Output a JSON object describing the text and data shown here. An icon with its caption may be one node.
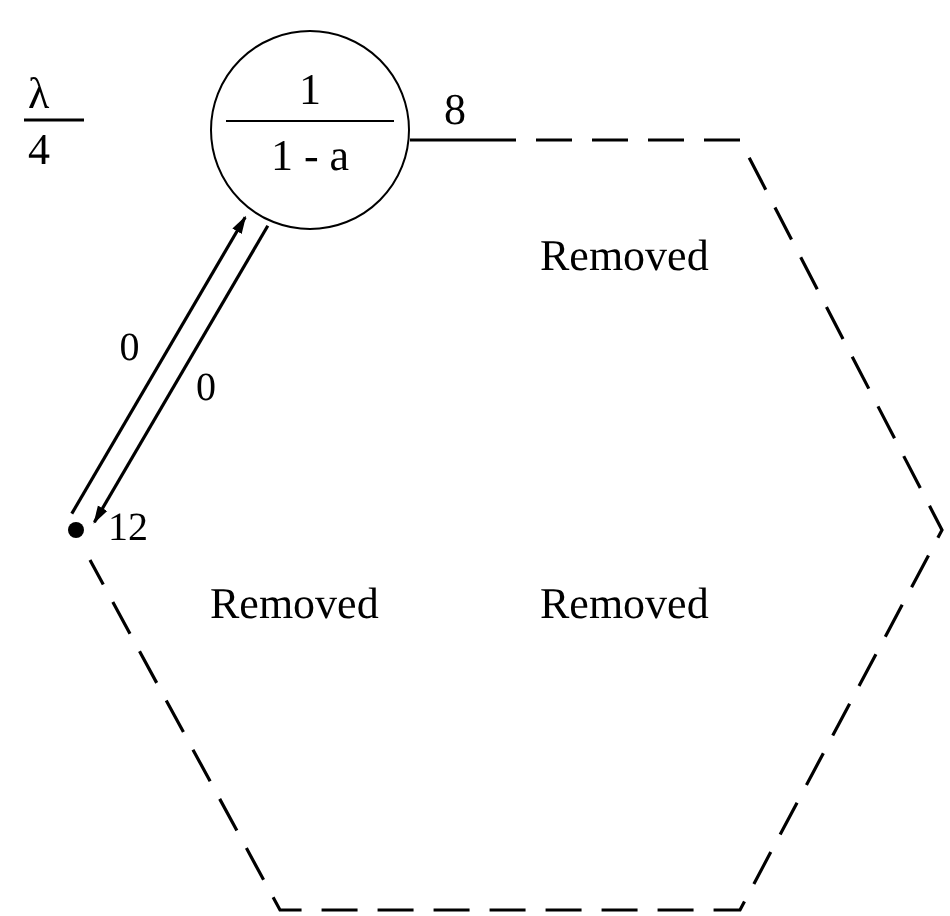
{
  "diagram": {
    "nodes": [
      {
        "text": [
          "1",
          "1 - a"
        ]
      },
      {
        "text": [],
        "shape": "circle",
        "beside": [
          "12"
        ]
      }
    ],
    "edges": [
      {
        "from": 0,
        "to": 1,
        "arrow": "to",
        "label": "0"
      },
      {
        "from": 1,
        "to": 0,
        "arrow": "to",
        "label": "0"
      }
    ],
    "labels": [
      "λ",
      "4",
      "8",
      "Removed",
      "Removed",
      "Removed"
    ]
  }
}
